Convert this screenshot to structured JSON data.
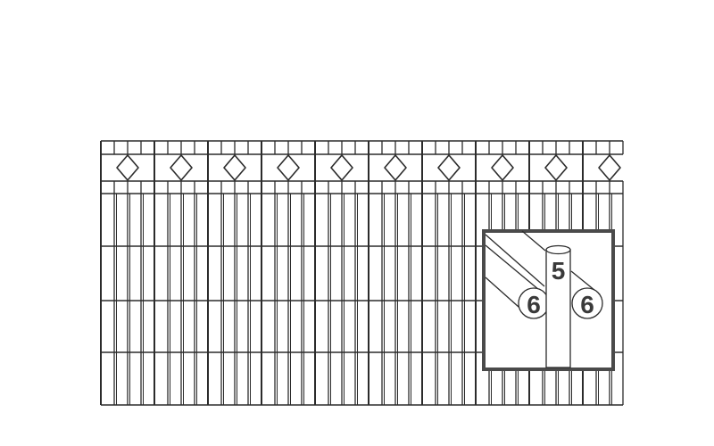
{
  "colors": {
    "wire": "#2b2b2b",
    "inset_border": "#4a4a4a",
    "background": "#ffffff"
  },
  "fence": {
    "diamond_count": 10
  },
  "inset": {
    "vertical_wire_label": "5",
    "horizontal_wire_left_label": "6",
    "horizontal_wire_right_label": "6"
  }
}
